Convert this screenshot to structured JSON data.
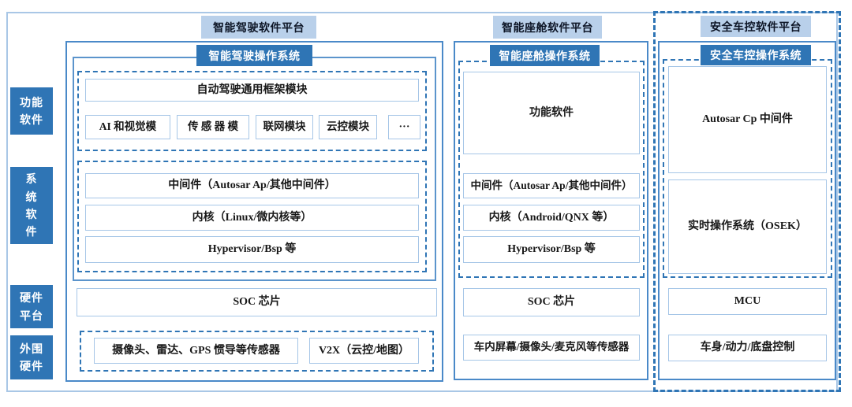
{
  "palette": {
    "dark_blue": "#2F75B5",
    "light_blue": "#B9D0EA",
    "mid_border": "#4A89C8",
    "light_border": "#A6C6E7"
  },
  "sidebar": {
    "items": [
      {
        "label": "功能\n软件"
      },
      {
        "label": "系\n统\n软\n件"
      },
      {
        "label": "硬件\n平台"
      },
      {
        "label": "外围\n硬件"
      }
    ]
  },
  "driving": {
    "platform_title": "智能驾驶软件平台",
    "os_title": "智能驾驶操作系统",
    "framework": "自动驾驶通用框架模块",
    "modules": [
      "AI 和视觉模",
      "传 感 器 模",
      "联网模块",
      "云控模块",
      "···"
    ],
    "middleware": "中间件（Autosar Ap/其他中间件）",
    "kernel": "内核（Linux/微内核等）",
    "hypervisor": "Hypervisor/Bsp 等",
    "soc": "SOC 芯片",
    "sensors": "摄像头、雷达、GPS 惯导等传感器",
    "v2x": "V2X（云控/地图）"
  },
  "cockpit": {
    "platform_title": "智能座舱软件平台",
    "os_title": "智能座舱操作系统",
    "functional": "功能软件",
    "middleware": "中间件（Autosar Ap/其他中间件）",
    "kernel": "内核（Android/QNX 等）",
    "hypervisor": "Hypervisor/Bsp 等",
    "soc": "SOC 芯片",
    "sensors": "车内屏幕/摄像头/麦克风等传感器"
  },
  "vehicle_control": {
    "platform_title": "安全车控软件平台",
    "os_title": "安全车控操作系统",
    "middleware": "Autosar Cp 中间件",
    "rtos": "实时操作系统（OSEK）",
    "mcu": "MCU",
    "body": "车身/动力/底盘控制"
  }
}
